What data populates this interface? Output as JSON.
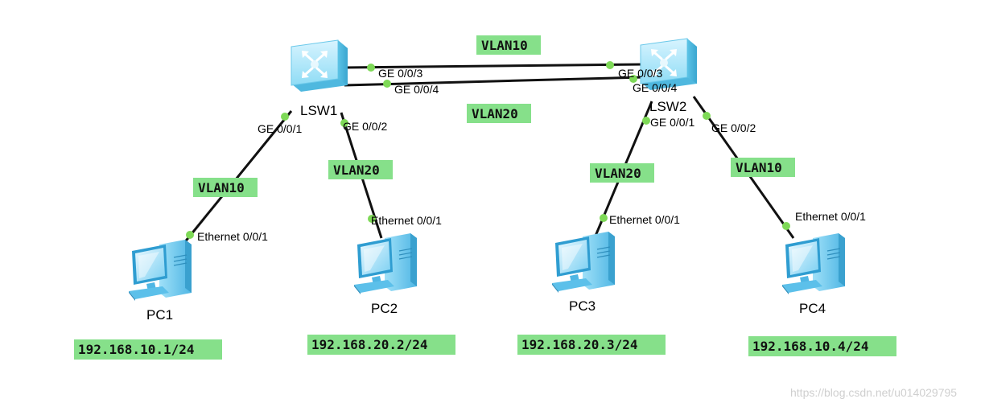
{
  "devices": {
    "lsw1": "LSW1",
    "lsw2": "LSW2",
    "pc1": "PC1",
    "pc2": "PC2",
    "pc3": "PC3",
    "pc4": "PC4"
  },
  "ports": {
    "lsw1_ge003": "GE 0/0/3",
    "lsw1_ge004": "GE 0/0/4",
    "lsw1_ge001": "GE 0/0/1",
    "lsw1_ge002": "GE 0/0/2",
    "lsw2_ge003": "GE 0/0/3",
    "lsw2_ge004": "GE 0/0/4",
    "lsw2_ge001": "GE 0/0/1",
    "lsw2_ge002": "GE 0/0/2",
    "pc1_eth": "Ethernet 0/0/1",
    "pc2_eth": "Ethernet 0/0/1",
    "pc3_eth": "Ethernet 0/0/1",
    "pc4_eth": "Ethernet 0/0/1"
  },
  "vlan_tags": {
    "trunk_top": "VLAN10",
    "trunk_bottom": "VLAN20",
    "pc1_link": "VLAN10",
    "pc2_link": "VLAN20",
    "pc3_link": "VLAN20",
    "pc4_link": "VLAN10"
  },
  "ip_labels": {
    "pc1": "192.168.10.1/24",
    "pc2": "192.168.20.2/24",
    "pc3": "192.168.20.3/24",
    "pc4": "192.168.10.4/24"
  },
  "watermark": "https://blog.csdn.net/u014029795",
  "colors": {
    "tag_background": "#86e08a",
    "port_dot": "#7ed957",
    "switch_body": "#7fd6f0",
    "pc_body": "#6cc6ef"
  },
  "icons": {
    "switch": "layer3-switch-icon",
    "pc": "desktop-pc-icon"
  }
}
